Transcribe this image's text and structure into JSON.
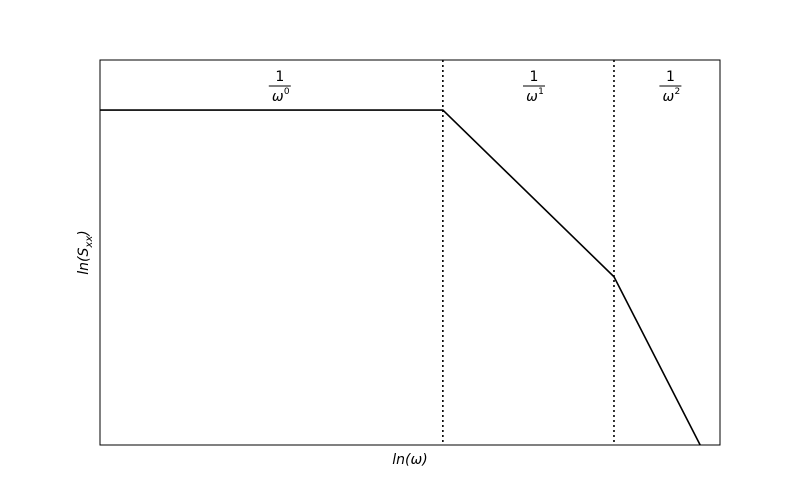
{
  "chart_data": {
    "type": "line",
    "xlabel": "ln(ω)",
    "ylabel_main": "ln(S",
    "ylabel_sub": "xx",
    "ylabel_close": ")",
    "xlim": [
      0,
      10
    ],
    "ylim": [
      0,
      10
    ],
    "x_ticks_shown": false,
    "y_ticks_shown": false,
    "grid": false,
    "series": [
      {
        "points": [
          [
            0,
            8.7
          ],
          [
            5.53,
            8.7
          ],
          [
            8.29,
            4.37
          ],
          [
            9.68,
            0
          ]
        ]
      }
    ],
    "breakpoints_x": [
      5.53,
      8.29
    ],
    "region_labels": [
      {
        "numerator": "1",
        "base": "ω",
        "exponent": "0",
        "x": 2.9
      },
      {
        "numerator": "1",
        "base": "ω",
        "exponent": "1",
        "x": 7.0
      },
      {
        "numerator": "1",
        "base": "ω",
        "exponent": "2",
        "x": 9.2
      }
    ],
    "colors": {
      "line": "#000000",
      "frame": "#000000",
      "background": "#ffffff"
    }
  }
}
